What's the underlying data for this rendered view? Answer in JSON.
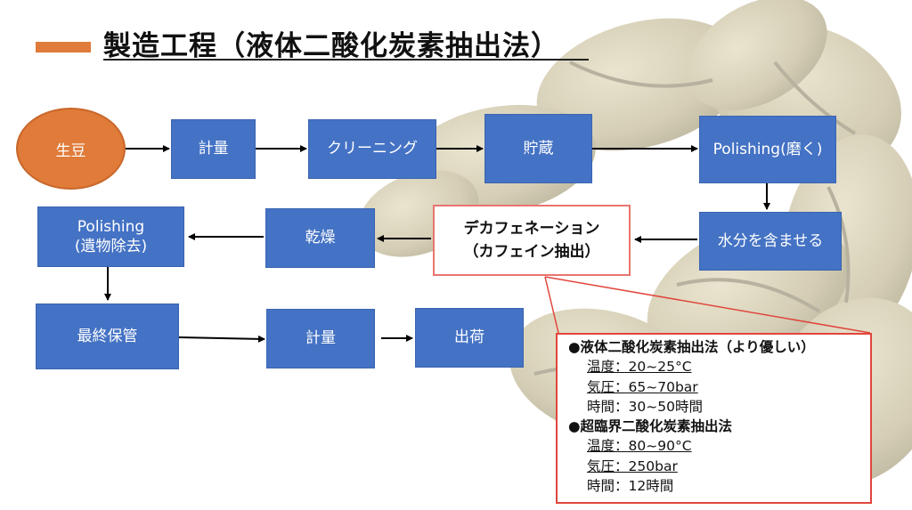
{
  "title": "製造工程（液体二酸化炭素抽出法）",
  "colors": {
    "accent": "#e07b39",
    "box": "#4472c4",
    "decaf_border": "#e8756e",
    "callout_border": "#e0463c"
  },
  "nodes": {
    "green_beans": "生豆",
    "weigh1": "計量",
    "cleaning": "クリーニング",
    "storage": "貯蔵",
    "polishing_grind": "Polishing(磨く)",
    "moisten": "水分を含ませる",
    "decaf_line1": "デカフェネーション",
    "decaf_line2": "（カフェイン抽出）",
    "drying": "乾燥",
    "polishing_remove_line1": "Polishing",
    "polishing_remove_line2": "(遺物除去)",
    "final_storage": "最終保管",
    "weigh2": "計量",
    "shipping": "出荷"
  },
  "callout": {
    "method1_title": "●液体二酸化炭素抽出法（より優しい）",
    "method1_temp_label": "温度",
    "method1_temp_value": "：20~25°C",
    "method1_pressure_label": "気圧",
    "method1_pressure_value": "：65~70bar",
    "method1_time_label": "時間",
    "method1_time_value": "：30~50時間",
    "method2_title": "●超臨界二酸化炭素抽出法",
    "method2_temp_label": "温度",
    "method2_temp_value": "：80~90°C",
    "method2_pressure_label": "気圧",
    "method2_pressure_value": "：250bar",
    "method2_time_label": "時間",
    "method2_time_value": "：12時間"
  }
}
